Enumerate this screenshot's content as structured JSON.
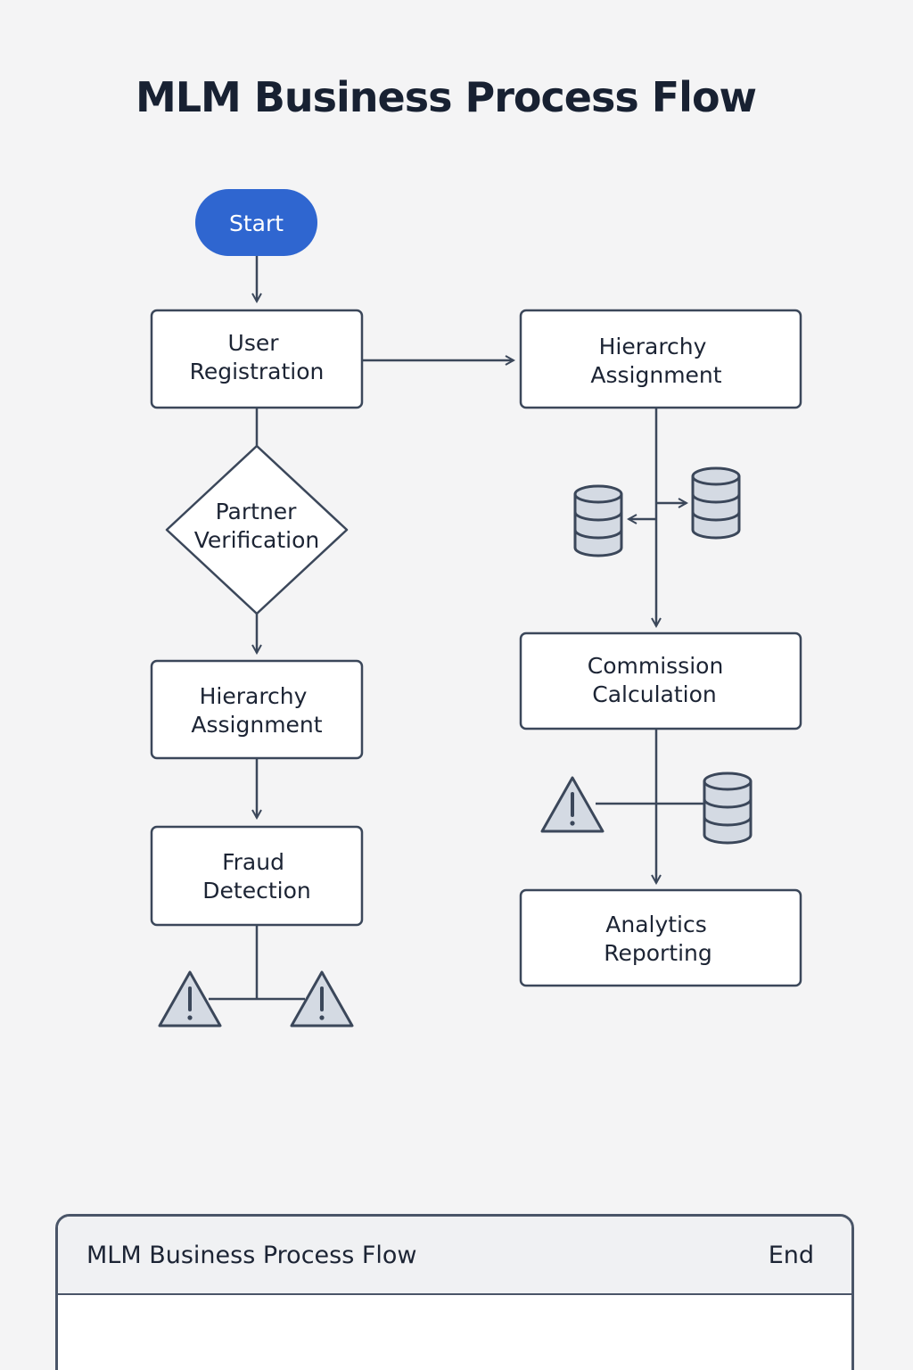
{
  "title": "MLM Business Process Flow",
  "nodes": {
    "start": "Start",
    "user_registration": [
      "User",
      "Registration"
    ],
    "partner_verification": [
      "Partner",
      "Verification"
    ],
    "hierarchy_assignment_left": [
      "Hierarchy",
      "Assignment"
    ],
    "fraud_detection": [
      "Fraud",
      "Detection"
    ],
    "hierarchy_assignment_right": [
      "Hierarchy",
      "Assignment"
    ],
    "commission_calculation": [
      "Commission",
      "Calculation"
    ],
    "analytics_reporting": [
      "Analytics",
      "Reporting"
    ]
  },
  "panel": {
    "title": "MLM Business Process Flow",
    "end_label": "End"
  },
  "colors": {
    "start_fill": "#2f66d0",
    "stroke": "#3b475a",
    "icon_fill": "#d4dae3",
    "background": "#f4f4f5"
  },
  "icons": [
    "database-icon",
    "warning-icon"
  ]
}
